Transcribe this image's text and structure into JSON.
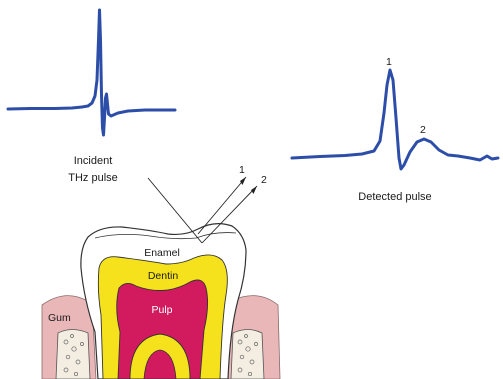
{
  "diagram": {
    "incident_label_line1": "Incident",
    "incident_label_line2": "THz pulse",
    "detected_label": "Detected pulse",
    "peak_1": "1",
    "peak_2": "2",
    "ray_1": "1",
    "ray_2": "2",
    "enamel_label": "Enamel",
    "dentin_label": "Dentin",
    "pulp_label": "Pulp",
    "gum_label": "Gum"
  },
  "colors": {
    "waveform": "#2d4ea8",
    "enamel": "#ffffff",
    "dentin": "#f5e21c",
    "pulp": "#d21a5e",
    "gum": "#eab7b9",
    "bone": "#f3ede2",
    "outline": "#333333"
  }
}
